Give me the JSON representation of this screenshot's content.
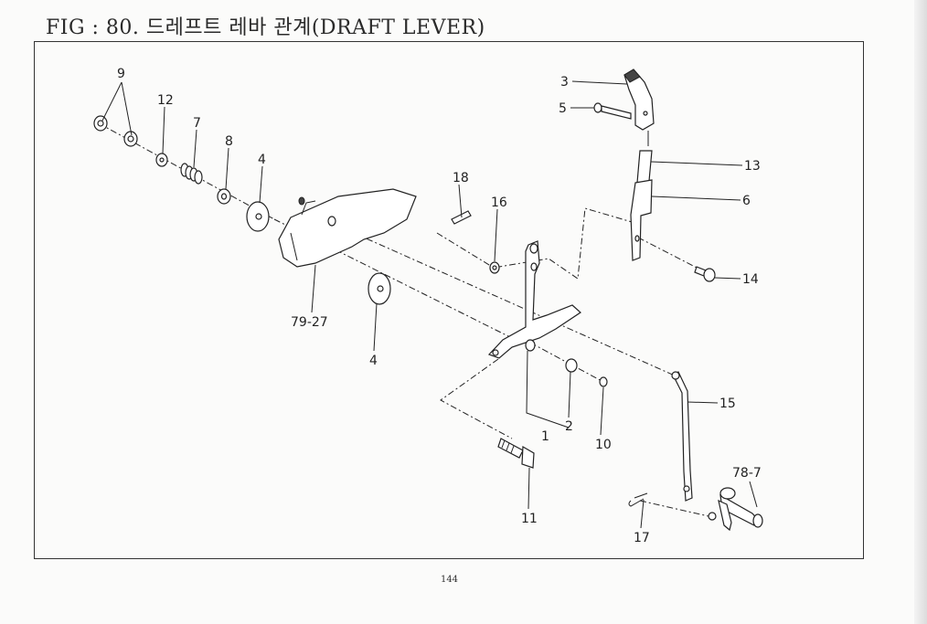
{
  "title": "FIG : 80. 드레프트 레바 관계(DRAFT LEVER)",
  "page_number": "144",
  "callouts": {
    "c9": "9",
    "c12": "12",
    "c7": "7",
    "c8": "8",
    "c4_top": "4",
    "c18": "18",
    "c16": "16",
    "c3": "3",
    "c5": "5",
    "c13": "13",
    "c6": "6",
    "c14": "14",
    "c79_27": "79-27",
    "c4_bottom": "4",
    "c2": "2",
    "c1": "1",
    "c10": "10",
    "c15": "15",
    "c11": "11",
    "c78_7": "78-7",
    "c17": "17"
  }
}
